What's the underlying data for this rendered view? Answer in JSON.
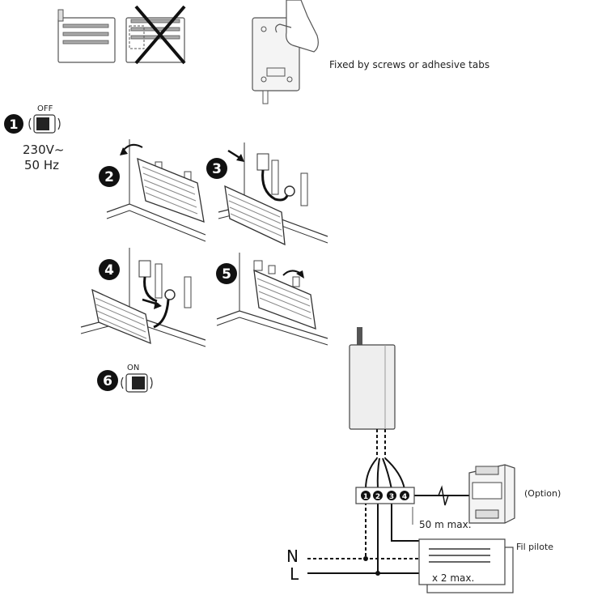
{
  "mounting": {
    "fixing_note": "Fixed by screws or adhesive tabs"
  },
  "steps": [
    {
      "number": "1",
      "switch_label": "OFF"
    },
    {
      "number": "2"
    },
    {
      "number": "3"
    },
    {
      "number": "4"
    },
    {
      "number": "5"
    },
    {
      "number": "6",
      "switch_label": "ON"
    }
  ],
  "power": {
    "voltage": "230V~",
    "frequency": "50 Hz"
  },
  "wiring": {
    "terminals": [
      "1",
      "2",
      "3",
      "4"
    ],
    "max_distance": "50 m max.",
    "option_label": "(Option)",
    "pilot_wire_label": "Fil pilote",
    "max_heaters": "x 2 max.",
    "neutral_label": "N",
    "live_label": "L"
  }
}
